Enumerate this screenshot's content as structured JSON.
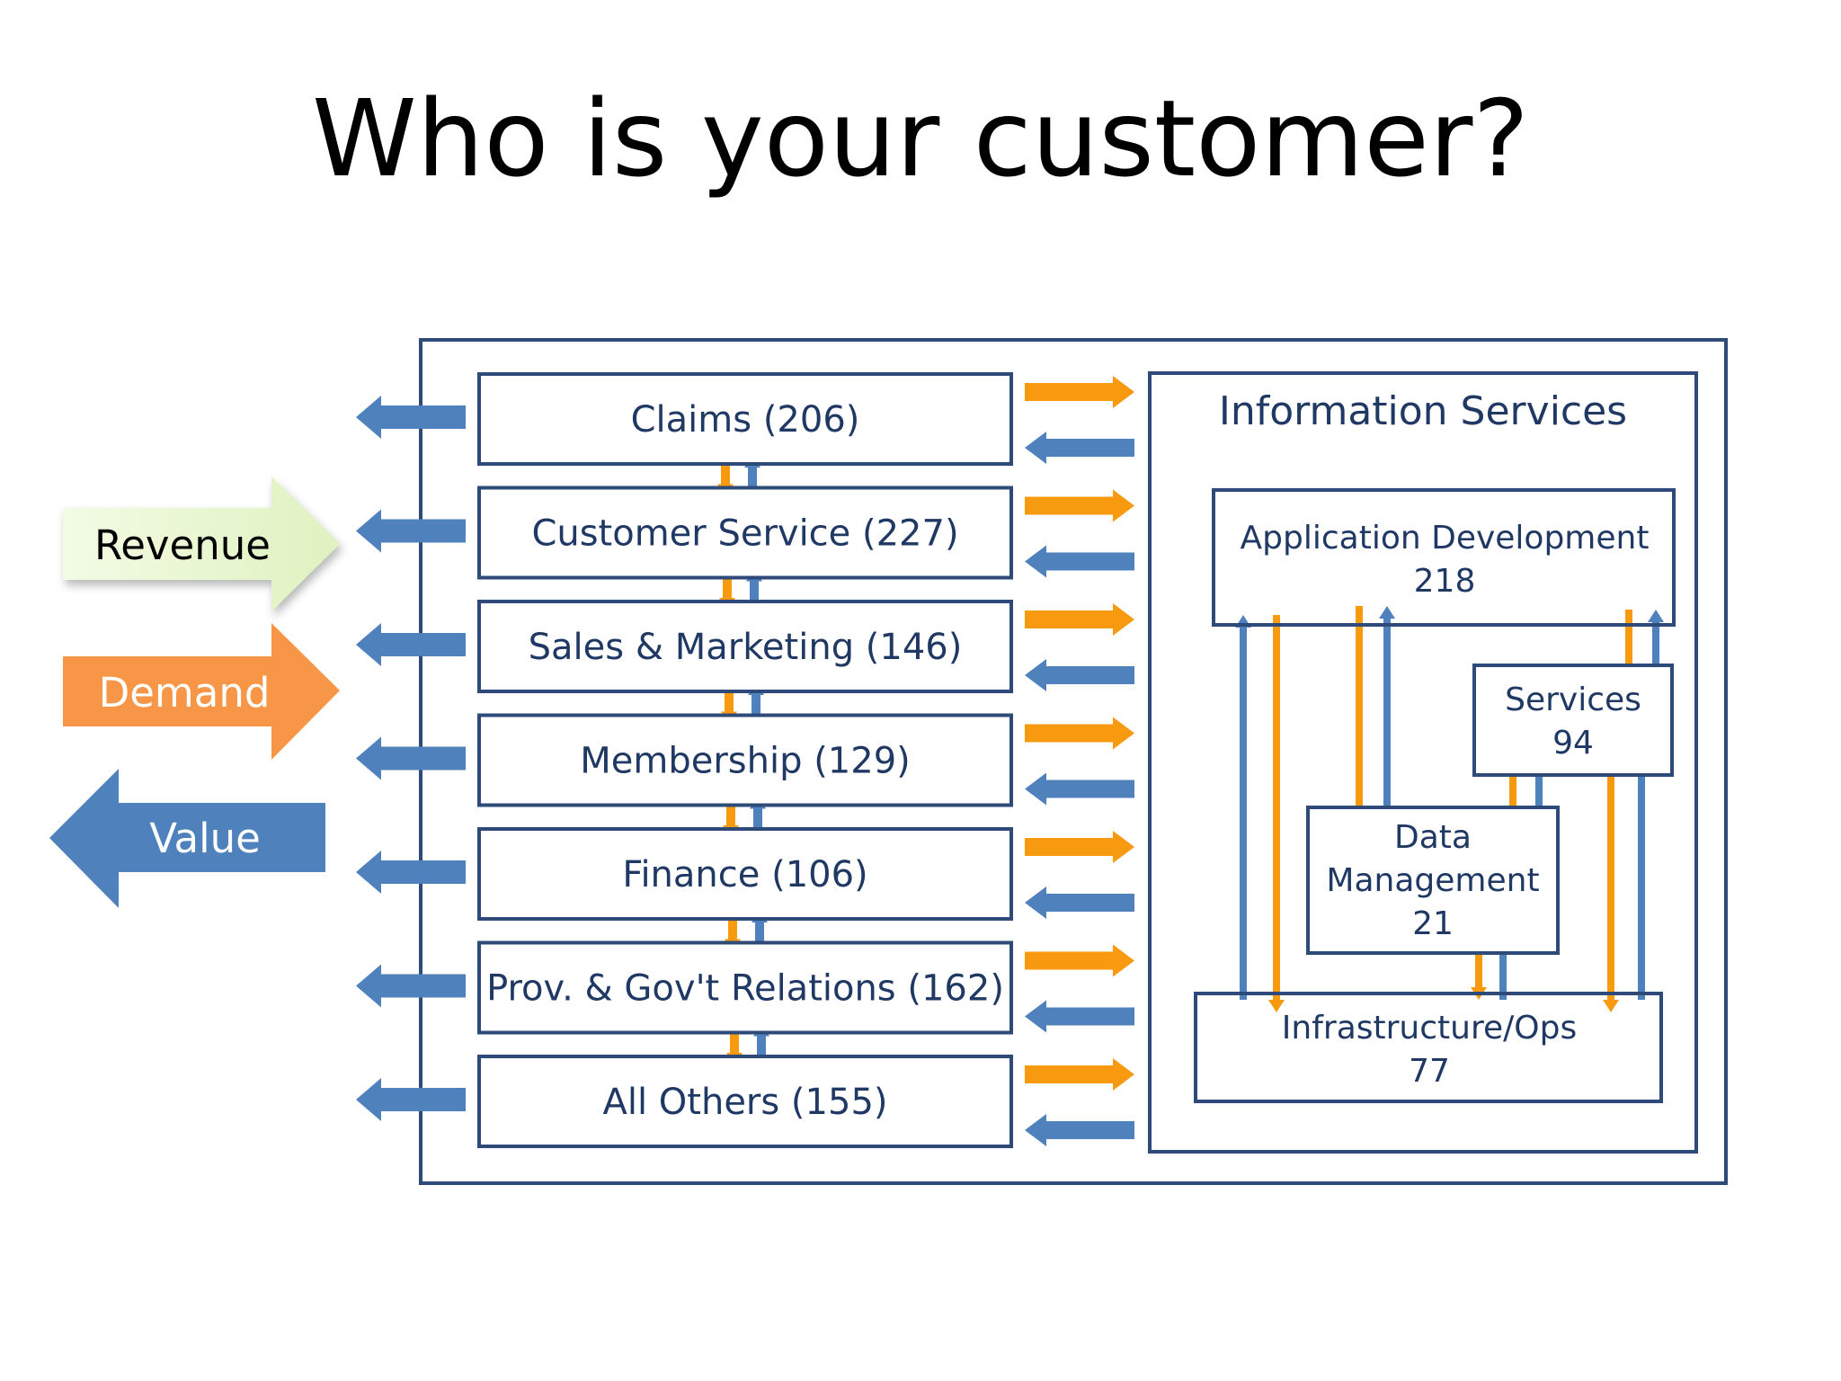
{
  "title": "Who is your customer?",
  "legend": {
    "revenue": "Revenue",
    "demand": "Demand",
    "value": "Value"
  },
  "departments": [
    {
      "label": "Claims (206)"
    },
    {
      "label": "Customer Service (227)"
    },
    {
      "label": "Sales & Marketing (146)"
    },
    {
      "label": "Membership (129)"
    },
    {
      "label": "Finance (106)"
    },
    {
      "label": "Prov. & Gov't Relations (162)"
    },
    {
      "label": "All Others (155)"
    }
  ],
  "information_services": {
    "title": "Information Services",
    "app_dev": {
      "name": "Application Development",
      "count": "218"
    },
    "services": {
      "name": "Services",
      "count": "94"
    },
    "data_mgmt": {
      "name_line1": "Data",
      "name_line2": "Management",
      "count": "21"
    },
    "infra": {
      "name": "Infrastructure/Ops",
      "count": "77"
    }
  },
  "colors": {
    "navy": "#2e4a78",
    "text_blue": "#1f3864",
    "arrow_blue": "#4f81bd",
    "arrow_orange": "#f79a10",
    "demand_orange": "#f79646",
    "revenue_green": "#e6f5c9"
  }
}
